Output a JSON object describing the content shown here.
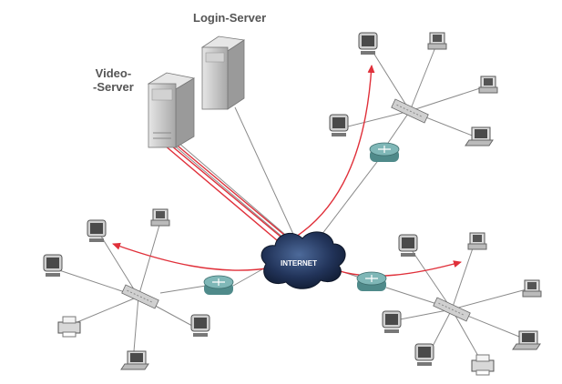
{
  "labels": {
    "login_server": "Login-Server",
    "video_server_line1": "Video-",
    "video_server_line2": "-Server",
    "internet": "INTERNET"
  },
  "colors": {
    "link": "#8a8a8a",
    "stream": "#e0303a",
    "cloud": "#22345a",
    "router": "#6fa7a7",
    "server": "#c7c7c7"
  },
  "icons": {
    "server": "server-tower-icon",
    "router": "router-icon",
    "switch": "network-switch-icon",
    "monitor": "desktop-monitor-icon",
    "pc": "desktop-pc-icon",
    "laptop": "laptop-icon",
    "printer": "printer-icon",
    "cloud": "internet-cloud-icon"
  }
}
